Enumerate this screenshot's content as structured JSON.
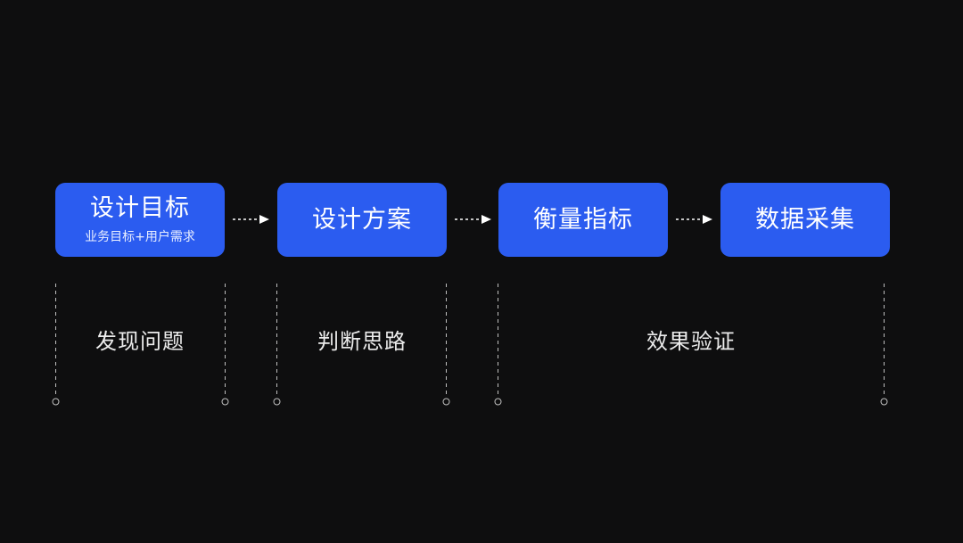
{
  "steps": [
    {
      "title": "设计目标",
      "subtitle": "业务目标+用户需求"
    },
    {
      "title": "设计方案"
    },
    {
      "title": "衡量指标"
    },
    {
      "title": "数据采集"
    }
  ],
  "phases": [
    {
      "label": "发现问题"
    },
    {
      "label": "判断思路"
    },
    {
      "label": "效果验证"
    }
  ],
  "colors": {
    "background": "#0e0e0f",
    "box": "#2b5cf0",
    "text": "#ffffff",
    "line": "#bfbfbf"
  }
}
